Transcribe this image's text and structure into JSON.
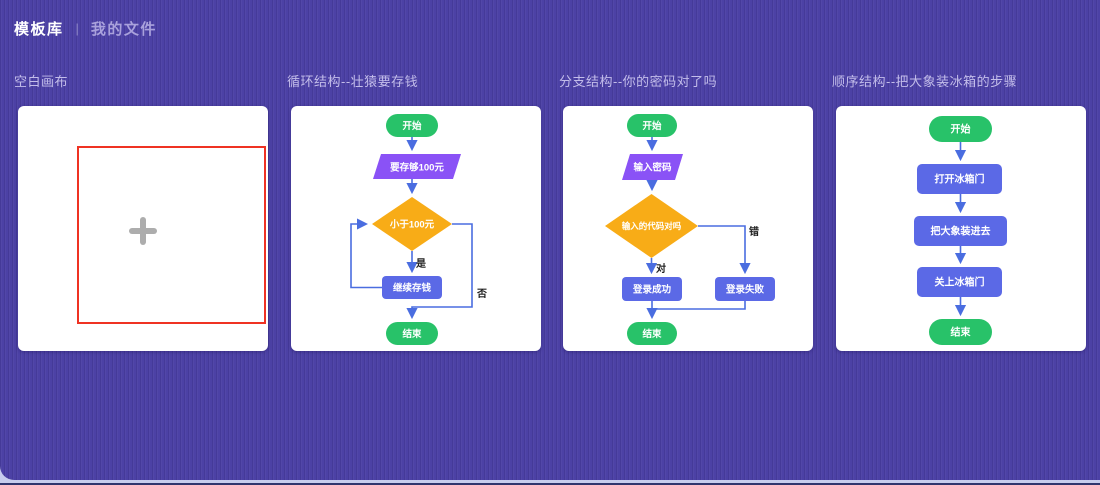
{
  "header": {
    "tabs": [
      {
        "label": "模板库",
        "active": true
      },
      {
        "label": "我的文件",
        "active": false
      }
    ],
    "separator": "|"
  },
  "icons": {
    "plus": "+"
  },
  "colors": {
    "background": "#4C41A5",
    "card_background": "#FFFFFF",
    "terminal_green": "#28C269",
    "io_violet": "#8A52F6",
    "process_blue": "#5B69E6",
    "decision_orange": "#F8AC17",
    "connector_blue": "#4A6DE0",
    "highlight_red": "#EF3323",
    "plus_gray": "#ADADAD",
    "title_text": "#C3BDEA"
  },
  "cards": [
    {
      "title": "空白画布",
      "type": "blank-canvas"
    },
    {
      "title": "循环结构--壮猿要存钱",
      "type": "loop-flowchart",
      "nodes": {
        "start": "开始",
        "io": "要存够100元",
        "decision": "小于100元",
        "process": "继续存钱",
        "end": "结束"
      },
      "edge_labels": {
        "yes": "是",
        "no": "否"
      }
    },
    {
      "title": "分支结构--你的密码对了吗",
      "type": "branch-flowchart",
      "nodes": {
        "start": "开始",
        "io": "输入密码",
        "decision": "输入的代码对吗",
        "success": "登录成功",
        "fail": "登录失败",
        "end": "结束"
      },
      "edge_labels": {
        "correct": "对",
        "wrong": "错"
      }
    },
    {
      "title": "顺序结构--把大象装冰箱的步骤",
      "type": "sequence-flowchart",
      "nodes": {
        "start": "开始",
        "step1": "打开冰箱门",
        "step2": "把大象装进去",
        "step3": "关上冰箱门",
        "end": "结束"
      }
    }
  ]
}
